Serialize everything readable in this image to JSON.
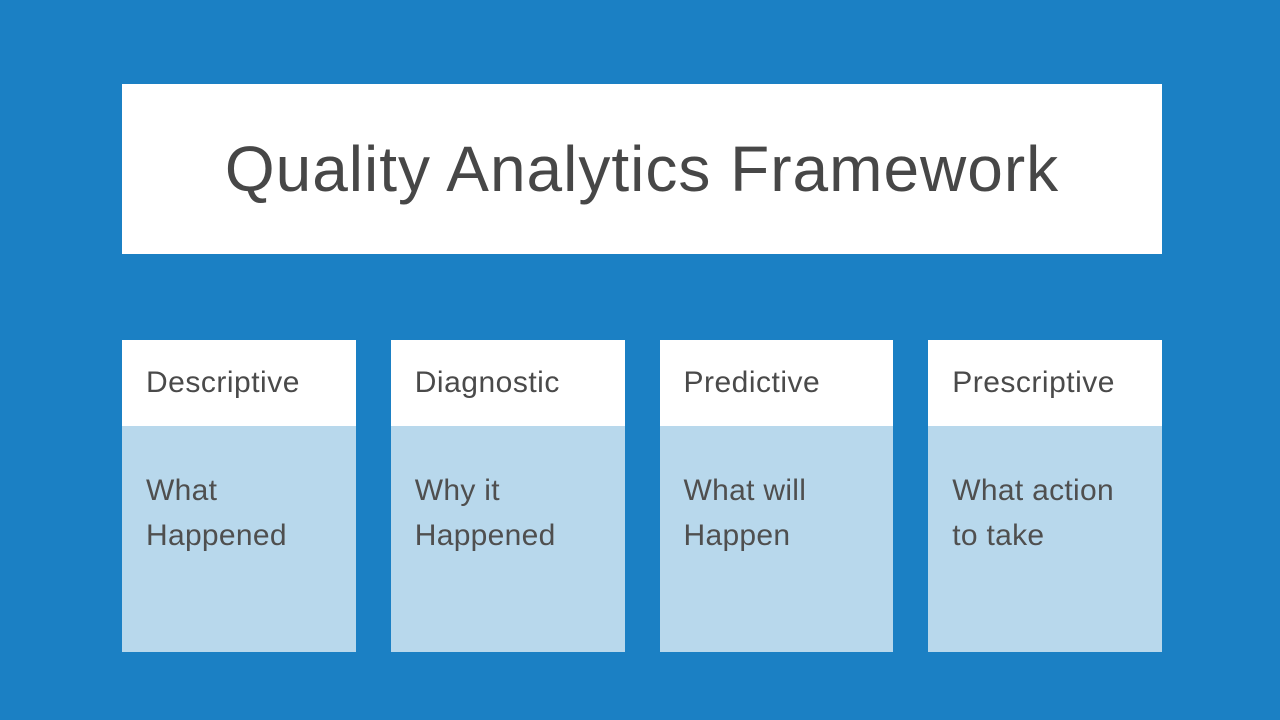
{
  "slide": {
    "title": "Quality Analytics Framework",
    "colors": {
      "background": "#1b80c4",
      "title_box_bg": "#ffffff",
      "card_header_bg": "#ffffff",
      "card_body_bg": "#b8d8ec",
      "title_text": "#474747",
      "card_text": "#4f4f4f"
    },
    "cards": [
      {
        "label": "Descriptive",
        "description": "What Happened"
      },
      {
        "label": "Diagnostic",
        "description": "Why it Happened"
      },
      {
        "label": "Predictive",
        "description": "What will Happen"
      },
      {
        "label": "Prescriptive",
        "description": "What action to take"
      }
    ]
  }
}
